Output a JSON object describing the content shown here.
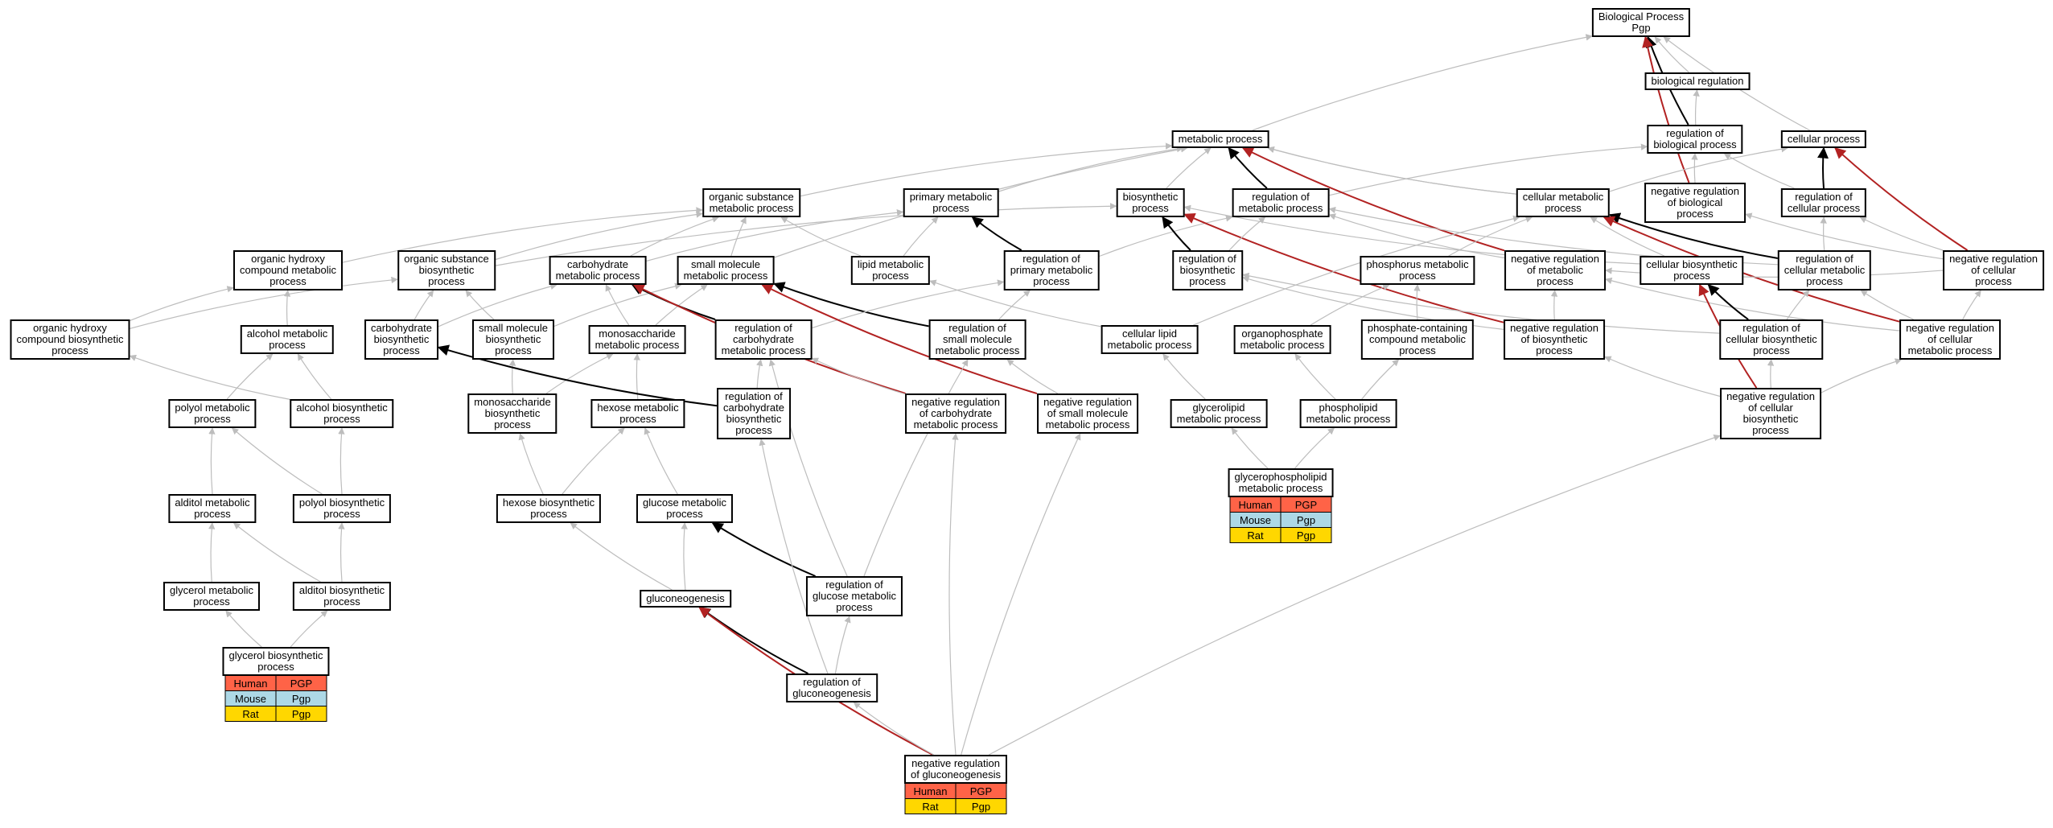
{
  "nodes": [
    {
      "id": "bp",
      "label": "Biological Process\nPgp"
    },
    {
      "id": "breg",
      "label": "biological regulation"
    },
    {
      "id": "mp",
      "label": "metabolic process"
    },
    {
      "id": "rbp",
      "label": "regulation of\nbiological process"
    },
    {
      "id": "cp",
      "label": "cellular process"
    },
    {
      "id": "osmp",
      "label": "organic substance\nmetabolic process"
    },
    {
      "id": "pmp",
      "label": "primary metabolic\nprocess"
    },
    {
      "id": "bsp",
      "label": "biosynthetic\nprocess"
    },
    {
      "id": "rmp",
      "label": "regulation of\nmetabolic process"
    },
    {
      "id": "cmp",
      "label": "cellular metabolic\nprocess"
    },
    {
      "id": "nrbp",
      "label": "negative regulation\nof biological\nprocess"
    },
    {
      "id": "rcp",
      "label": "regulation of\ncellular process"
    },
    {
      "id": "ohcmp",
      "label": "organic hydroxy\ncompound metabolic\nprocess"
    },
    {
      "id": "osbp",
      "label": "organic substance\nbiosynthetic\nprocess"
    },
    {
      "id": "chmp",
      "label": "carbohydrate\nmetabolic process"
    },
    {
      "id": "smmp",
      "label": "small molecule\nmetabolic process"
    },
    {
      "id": "lmp",
      "label": "lipid metabolic\nprocess"
    },
    {
      "id": "rpmp",
      "label": "regulation of\nprimary metabolic\nprocess"
    },
    {
      "id": "rbsp",
      "label": "regulation of\nbiosynthetic\nprocess"
    },
    {
      "id": "phmp",
      "label": "phosphorus metabolic\nprocess"
    },
    {
      "id": "nrmp",
      "label": "negative regulation\nof metabolic\nprocess"
    },
    {
      "id": "cbp",
      "label": "cellular biosynthetic\nprocess"
    },
    {
      "id": "rcmp",
      "label": "regulation of\ncellular metabolic\nprocess"
    },
    {
      "id": "nrcp",
      "label": "negative regulation\nof cellular\nprocess"
    },
    {
      "id": "ohcbp",
      "label": "organic hydroxy\ncompound biosynthetic\nprocess"
    },
    {
      "id": "amp",
      "label": "alcohol metabolic\nprocess"
    },
    {
      "id": "chbp",
      "label": "carbohydrate\nbiosynthetic\nprocess"
    },
    {
      "id": "smbp",
      "label": "small molecule\nbiosynthetic\nprocess"
    },
    {
      "id": "msmp",
      "label": "monosaccharide\nmetabolic process"
    },
    {
      "id": "rchmp",
      "label": "regulation of\ncarbohydrate\nmetabolic process"
    },
    {
      "id": "rsmmp",
      "label": "regulation of\nsmall molecule\nmetabolic process"
    },
    {
      "id": "clmp",
      "label": "cellular lipid\nmetabolic process"
    },
    {
      "id": "opmp",
      "label": "organophosphate\nmetabolic process"
    },
    {
      "id": "pcmp",
      "label": "phosphate-containing\ncompound metabolic\nprocess"
    },
    {
      "id": "nrbsp",
      "label": "negative regulation\nof biosynthetic\nprocess"
    },
    {
      "id": "rcbp",
      "label": "regulation of\ncellular biosynthetic\nprocess"
    },
    {
      "id": "nrcmp",
      "label": "negative regulation\nof cellular\nmetabolic process"
    },
    {
      "id": "polmp",
      "label": "polyol metabolic\nprocess"
    },
    {
      "id": "abp",
      "label": "alcohol biosynthetic\nprocess"
    },
    {
      "id": "msbp",
      "label": "monosaccharide\nbiosynthetic\nprocess"
    },
    {
      "id": "hmp",
      "label": "hexose metabolic\nprocess"
    },
    {
      "id": "rchbp",
      "label": "regulation of\ncarbohydrate\nbiosynthetic\nprocess"
    },
    {
      "id": "nrchmp",
      "label": "negative regulation\nof carbohydrate\nmetabolic process"
    },
    {
      "id": "nrsmmp",
      "label": "negative regulation\nof small molecule\nmetabolic process"
    },
    {
      "id": "glmp",
      "label": "glycerolipid\nmetabolic process"
    },
    {
      "id": "plmp",
      "label": "phospholipid\nmetabolic process"
    },
    {
      "id": "nrcbp",
      "label": "negative regulation\nof cellular\nbiosynthetic\nprocess"
    },
    {
      "id": "gplmp",
      "label": "glycerophospholipid\nmetabolic process"
    },
    {
      "id": "altmp",
      "label": "alditol metabolic\nprocess"
    },
    {
      "id": "polbp",
      "label": "polyol biosynthetic\nprocess"
    },
    {
      "id": "hbp",
      "label": "hexose biosynthetic\nprocess"
    },
    {
      "id": "gmp",
      "label": "glucose metabolic\nprocess"
    },
    {
      "id": "gymp",
      "label": "glycerol metabolic\nprocess"
    },
    {
      "id": "altbp",
      "label": "alditol biosynthetic\nprocess"
    },
    {
      "id": "gng",
      "label": "gluconeogenesis"
    },
    {
      "id": "rgmp",
      "label": "regulation of\nglucose metabolic\nprocess"
    },
    {
      "id": "gybp",
      "label": "glycerol biosynthetic\nprocess"
    },
    {
      "id": "rgng",
      "label": "regulation of\ngluconeogenesis"
    },
    {
      "id": "nrgng",
      "label": "negative regulation\nof gluconeogenesis"
    }
  ],
  "orthologs": [
    {
      "node": "gplmp",
      "rows": [
        {
          "species": "Human",
          "gene": "PGP",
          "color": "#ff6347"
        },
        {
          "species": "Mouse",
          "gene": "Pgp",
          "color": "#add8e6"
        },
        {
          "species": "Rat",
          "gene": "Pgp",
          "color": "#ffd700"
        }
      ]
    },
    {
      "node": "gybp",
      "rows": [
        {
          "species": "Human",
          "gene": "PGP",
          "color": "#ff6347"
        },
        {
          "species": "Mouse",
          "gene": "Pgp",
          "color": "#add8e6"
        },
        {
          "species": "Rat",
          "gene": "Pgp",
          "color": "#ffd700"
        }
      ]
    },
    {
      "node": "nrgng",
      "rows": [
        {
          "species": "Human",
          "gene": "PGP",
          "color": "#ff6347"
        },
        {
          "species": "Rat",
          "gene": "Pgp",
          "color": "#ffd700"
        }
      ]
    }
  ],
  "edges": [
    [
      "mp",
      "bp",
      "is_a"
    ],
    [
      "breg",
      "bp",
      "is_a"
    ],
    [
      "rbp",
      "bp",
      "regulates"
    ],
    [
      "cp",
      "bp",
      "is_a"
    ],
    [
      "nrbp",
      "bp",
      "negatively_regulates"
    ],
    [
      "rbp",
      "breg",
      "is_a"
    ],
    [
      "nrbp",
      "rbp",
      "is_a"
    ],
    [
      "rcp",
      "rbp",
      "is_a"
    ],
    [
      "rmp",
      "rbp",
      "is_a"
    ],
    [
      "rcp",
      "cp",
      "regulates"
    ],
    [
      "nrcp",
      "cp",
      "negatively_regulates"
    ],
    [
      "osmp",
      "mp",
      "is_a"
    ],
    [
      "pmp",
      "mp",
      "is_a"
    ],
    [
      "bsp",
      "mp",
      "is_a"
    ],
    [
      "rmp",
      "mp",
      "regulates"
    ],
    [
      "cmp",
      "mp",
      "is_a"
    ],
    [
      "nrmp",
      "mp",
      "negatively_regulates"
    ],
    [
      "cmp",
      "cp",
      "is_a"
    ],
    [
      "nrcp",
      "rcp",
      "is_a"
    ],
    [
      "rcmp",
      "rcp",
      "is_a"
    ],
    [
      "nrcp",
      "nrbp",
      "is_a"
    ],
    [
      "ohcmp",
      "osmp",
      "is_a"
    ],
    [
      "osbp",
      "osmp",
      "is_a"
    ],
    [
      "chmp",
      "osmp",
      "is_a"
    ],
    [
      "smmp",
      "osmp",
      "is_a"
    ],
    [
      "lmp",
      "osmp",
      "is_a"
    ],
    [
      "chmp",
      "pmp",
      "is_a"
    ],
    [
      "lmp",
      "pmp",
      "is_a"
    ],
    [
      "rpmp",
      "pmp",
      "regulates"
    ],
    [
      "rpmp",
      "rmp",
      "is_a"
    ],
    [
      "osbp",
      "bsp",
      "is_a"
    ],
    [
      "rbsp",
      "bsp",
      "regulates"
    ],
    [
      "nrbsp",
      "bsp",
      "negatively_regulates"
    ],
    [
      "rbsp",
      "rmp",
      "is_a"
    ],
    [
      "smmp",
      "mp",
      "is_a"
    ],
    [
      "cbp",
      "cmp",
      "is_a"
    ],
    [
      "rcmp",
      "cmp",
      "regulates"
    ],
    [
      "nrcmp",
      "cmp",
      "negatively_regulates"
    ],
    [
      "phmp",
      "cmp",
      "is_a"
    ],
    [
      "clmp",
      "cmp",
      "is_a"
    ],
    [
      "nrmp",
      "rmp",
      "is_a"
    ],
    [
      "rcmp",
      "rmp",
      "is_a"
    ],
    [
      "nrcmp",
      "nrmp",
      "is_a"
    ],
    [
      "nrbsp",
      "nrmp",
      "is_a"
    ],
    [
      "nrbsp",
      "rbsp",
      "is_a"
    ],
    [
      "cbp",
      "bsp",
      "is_a"
    ],
    [
      "rcbp",
      "cbp",
      "regulates"
    ],
    [
      "rcbp",
      "rbsp",
      "is_a"
    ],
    [
      "rcbp",
      "rcmp",
      "is_a"
    ],
    [
      "nrcbp",
      "cbp",
      "negatively_regulates"
    ],
    [
      "nrcbp",
      "rcbp",
      "is_a"
    ],
    [
      "nrcbp",
      "nrcmp",
      "is_a"
    ],
    [
      "nrcmp",
      "rcmp",
      "is_a"
    ],
    [
      "nrcmp",
      "nrcp",
      "is_a"
    ],
    [
      "nrcbp",
      "nrbsp",
      "is_a"
    ],
    [
      "ohcbp",
      "ohcmp",
      "is_a"
    ],
    [
      "ohcbp",
      "osbp",
      "is_a"
    ],
    [
      "amp",
      "ohcmp",
      "is_a"
    ],
    [
      "chbp",
      "chmp",
      "is_a"
    ],
    [
      "chbp",
      "osbp",
      "is_a"
    ],
    [
      "smbp",
      "smmp",
      "is_a"
    ],
    [
      "smbp",
      "osbp",
      "is_a"
    ],
    [
      "msmp",
      "chmp",
      "is_a"
    ],
    [
      "msmp",
      "smmp",
      "is_a"
    ],
    [
      "rchmp",
      "chmp",
      "regulates"
    ],
    [
      "rsmmp",
      "smmp",
      "regulates"
    ],
    [
      "rchmp",
      "rpmp",
      "is_a"
    ],
    [
      "rsmmp",
      "rpmp",
      "is_a"
    ],
    [
      "opmp",
      "phmp",
      "is_a"
    ],
    [
      "pcmp",
      "phmp",
      "is_a"
    ],
    [
      "clmp",
      "lmp",
      "is_a"
    ],
    [
      "polmp",
      "amp",
      "is_a"
    ],
    [
      "abp",
      "amp",
      "is_a"
    ],
    [
      "abp",
      "ohcbp",
      "is_a"
    ],
    [
      "msbp",
      "msmp",
      "is_a"
    ],
    [
      "msbp",
      "smbp",
      "is_a"
    ],
    [
      "hmp",
      "msmp",
      "is_a"
    ],
    [
      "rchbp",
      "chbp",
      "regulates"
    ],
    [
      "rchbp",
      "rchmp",
      "is_a"
    ],
    [
      "nrchmp",
      "chmp",
      "negatively_regulates"
    ],
    [
      "nrchmp",
      "rchmp",
      "is_a"
    ],
    [
      "nrsmmp",
      "smmp",
      "negatively_regulates"
    ],
    [
      "nrsmmp",
      "rsmmp",
      "is_a"
    ],
    [
      "glmp",
      "clmp",
      "is_a"
    ],
    [
      "plmp",
      "opmp",
      "is_a"
    ],
    [
      "plmp",
      "pcmp",
      "is_a"
    ],
    [
      "altmp",
      "polmp",
      "is_a"
    ],
    [
      "polbp",
      "polmp",
      "is_a"
    ],
    [
      "polbp",
      "abp",
      "is_a"
    ],
    [
      "hbp",
      "hmp",
      "is_a"
    ],
    [
      "hbp",
      "msbp",
      "is_a"
    ],
    [
      "gmp",
      "hmp",
      "is_a"
    ],
    [
      "gymp",
      "altmp",
      "is_a"
    ],
    [
      "altbp",
      "altmp",
      "is_a"
    ],
    [
      "altbp",
      "polbp",
      "is_a"
    ],
    [
      "gng",
      "gmp",
      "is_a"
    ],
    [
      "rgmp",
      "gmp",
      "regulates"
    ],
    [
      "gng",
      "hbp",
      "is_a"
    ],
    [
      "rgng",
      "rgmp",
      "is_a"
    ],
    [
      "rgng",
      "gng",
      "regulates"
    ],
    [
      "gybp",
      "gymp",
      "is_a"
    ],
    [
      "gybp",
      "altbp",
      "is_a"
    ],
    [
      "gplmp",
      "glmp",
      "is_a"
    ],
    [
      "gplmp",
      "plmp",
      "is_a"
    ],
    [
      "nrgng",
      "gng",
      "negatively_regulates"
    ],
    [
      "nrgng",
      "rgng",
      "is_a"
    ],
    [
      "nrgng",
      "nrcbp",
      "is_a"
    ],
    [
      "nrgng",
      "nrchmp",
      "is_a"
    ],
    [
      "nrgng",
      "nrsmmp",
      "is_a"
    ],
    [
      "rgmp",
      "rchmp",
      "is_a"
    ],
    [
      "rgng",
      "rchbp",
      "is_a"
    ],
    [
      "rgmp",
      "rsmmp",
      "is_a"
    ],
    [
      "nrcp",
      "nrmp",
      "is_a"
    ],
    [
      "cmp",
      "mp",
      "is_a"
    ]
  ],
  "edge_colors": {
    "is_a": "#bdbdbd",
    "regulates": "#000000",
    "negatively_regulates": "#b22222"
  }
}
